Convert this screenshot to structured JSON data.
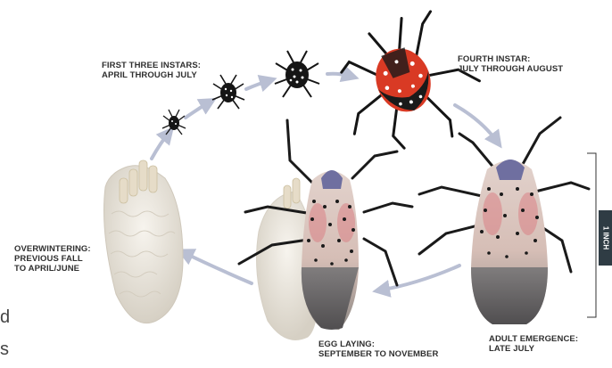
{
  "stages": {
    "early_instars": {
      "line1": "FIRST THREE INSTARS:",
      "line2": "APRIL THROUGH JULY"
    },
    "fourth_instar": {
      "line1": "FOURTH INSTAR:",
      "line2": "JULY THROUGH AUGUST"
    },
    "overwintering": {
      "line1": "OVERWINTERING:",
      "line2": "PREVIOUS FALL",
      "line3": "TO APRIL/JUNE"
    },
    "egg_laying": {
      "line1": "EGG LAYING:",
      "line2": "SEPTEMBER TO NOVEMBER"
    },
    "adult_emergence": {
      "line1": "ADULT EMERGENCE:",
      "line2": "LATE JULY"
    }
  },
  "scale": {
    "label": "1 INCH"
  },
  "cropped_text": {
    "top": "d",
    "bottom": "s"
  },
  "colors": {
    "arrow": "#b9bfd3",
    "nymph_black": "#151515",
    "nymph_red": "#d93a24",
    "adult_wing": "#d7c3bb",
    "adult_pink": "#d97a80",
    "egg_mass": "#eeeae2",
    "scale_tab": "#2f3c44"
  }
}
